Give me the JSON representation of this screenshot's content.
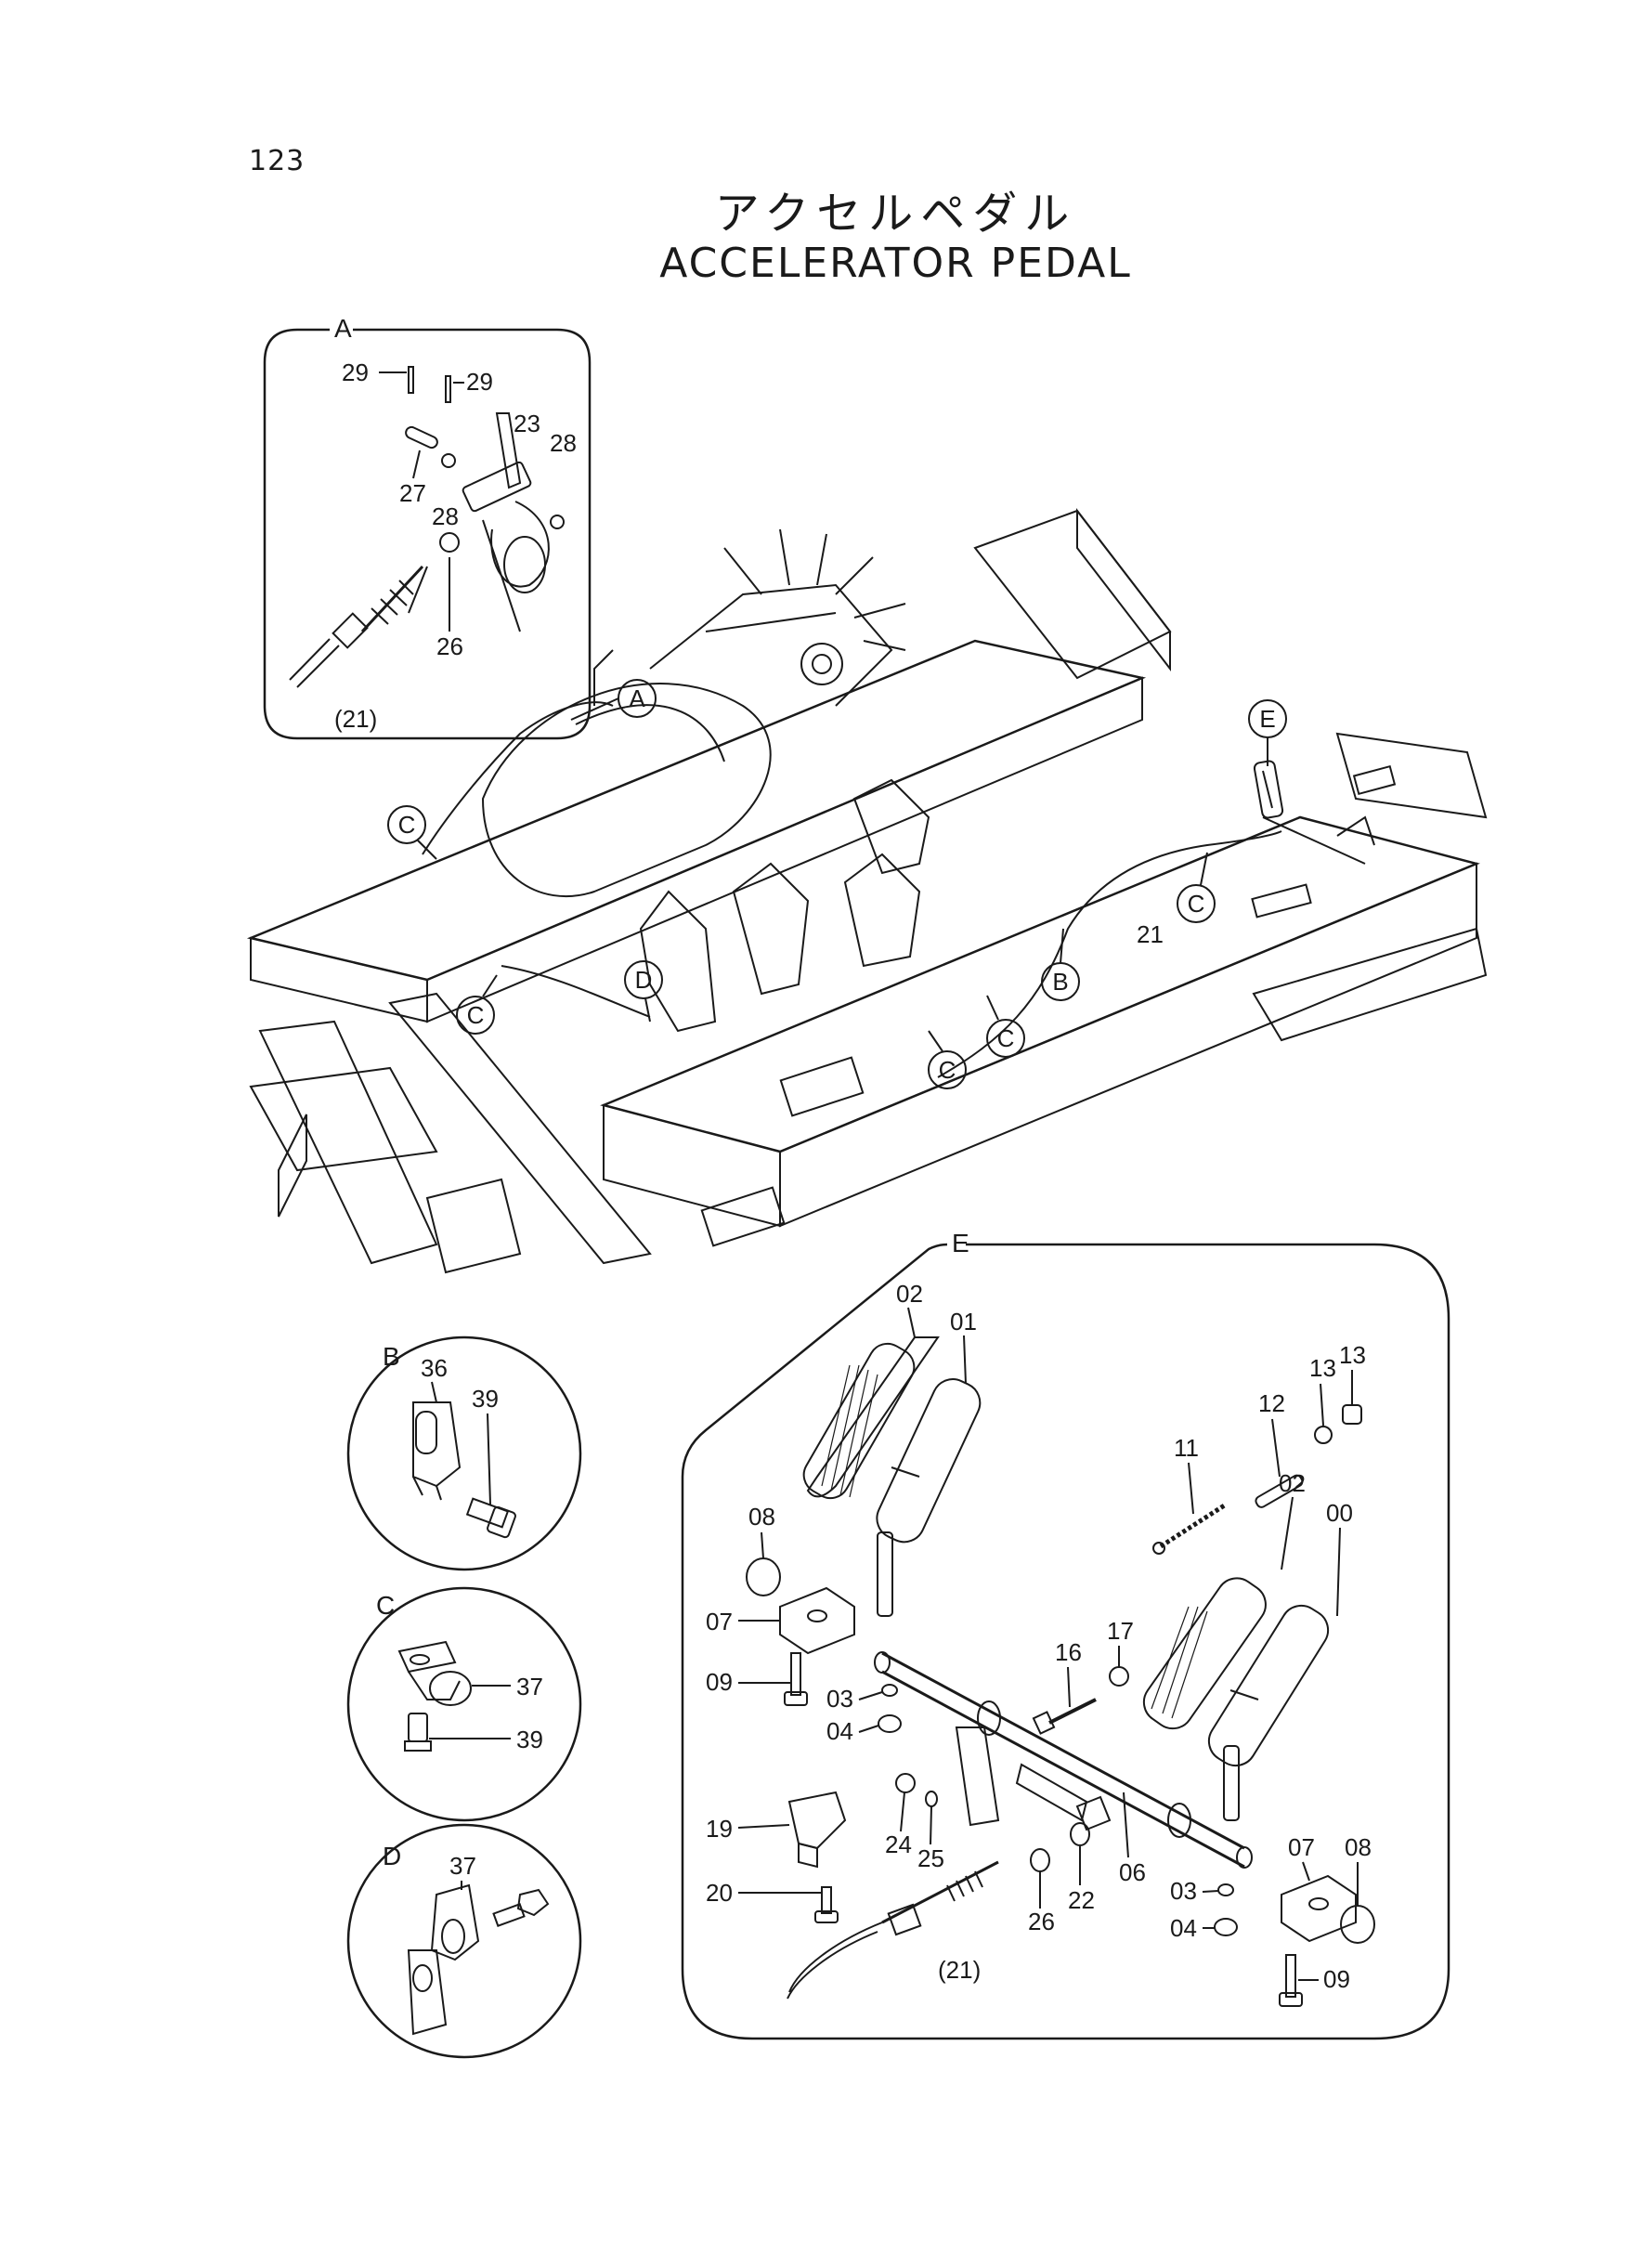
{
  "page_number": "123",
  "title_jp": "アクセルペダル",
  "title_en": "ACCELERATOR PEDAL",
  "insets": {
    "A": {
      "label": "A",
      "parts": [
        "29",
        "29",
        "23",
        "28",
        "27",
        "28",
        "26",
        "(21)"
      ]
    },
    "B": {
      "label": "B",
      "parts": [
        "36",
        "39"
      ]
    },
    "C": {
      "label": "C",
      "parts": [
        "37",
        "39"
      ]
    },
    "D": {
      "label": "D",
      "parts": [
        "37"
      ]
    },
    "E": {
      "label": "E",
      "parts": [
        "02",
        "01",
        "13",
        "13",
        "12",
        "11",
        "02",
        "00",
        "08",
        "07",
        "16",
        "17",
        "09",
        "03",
        "04",
        "19",
        "24",
        "25",
        "06",
        "07",
        "08",
        "22",
        "20",
        "26",
        "03",
        "04",
        "(21)",
        "09"
      ]
    }
  },
  "main_callouts": [
    "A",
    "C",
    "C",
    "D",
    "E",
    "C",
    "21",
    "B",
    "C",
    "C"
  ]
}
